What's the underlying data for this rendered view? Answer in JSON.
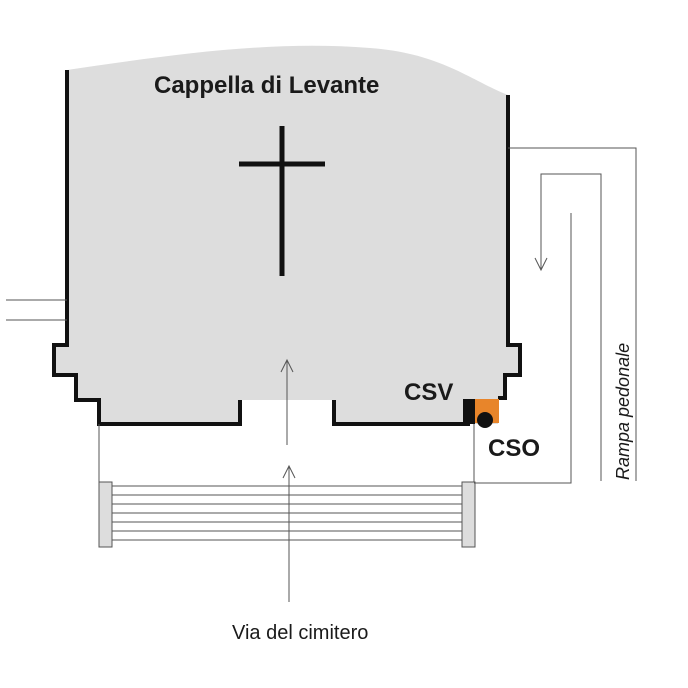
{
  "diagram": {
    "chapel_name": "Cappella di Levante",
    "label_csv": "CSV",
    "label_cso": "CSO",
    "label_ramp": "Rampa pedonale",
    "label_street": "Via del cimitero",
    "colors": {
      "building_fill": "#dddddd",
      "stair_fill": "#dddddd",
      "outline": "#111111",
      "thin_line": "#555555",
      "cso_marker": "#e8852a"
    }
  }
}
